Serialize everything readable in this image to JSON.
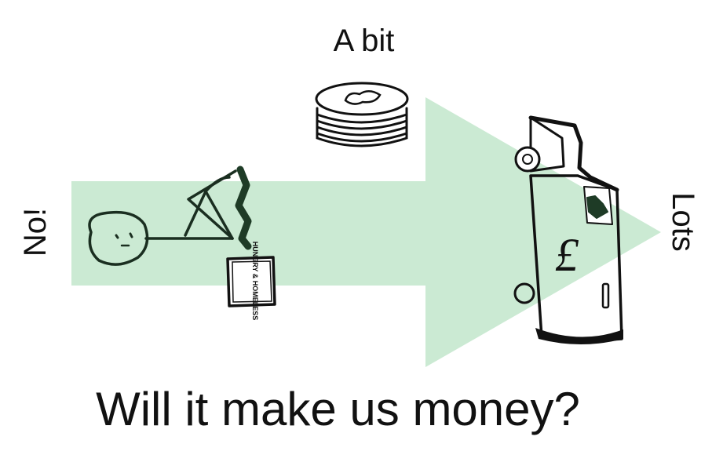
{
  "labels": {
    "top": "A bit",
    "left": "No!",
    "right": "Lots"
  },
  "title": "Will it make us money?",
  "book_cover_text": "HUNGRY & HOMELESS",
  "currency_symbol": "£",
  "colors": {
    "arrow_fill": "#cbead3",
    "ink": "#111111",
    "dark_green": "#1e3b26"
  }
}
